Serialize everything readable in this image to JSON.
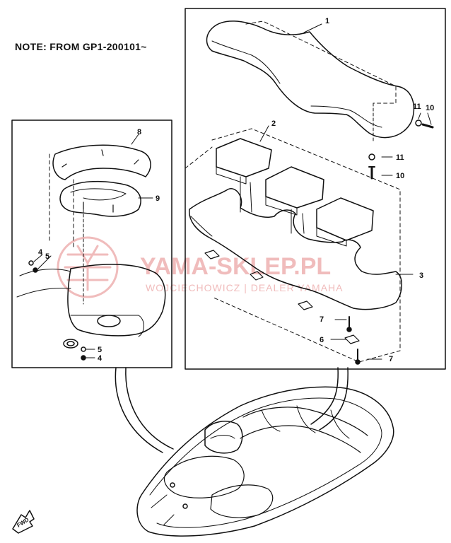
{
  "note": "NOTE: FROM GP1-200101~",
  "callouts": {
    "p1": "1",
    "p2": "2",
    "p3": "3",
    "p4a": "4",
    "p4b": "4",
    "p5a": "5",
    "p5b": "5",
    "p6": "6",
    "p7a": "7",
    "p7b": "7",
    "p8": "8",
    "p9": "9",
    "p10a": "10",
    "p10b": "10",
    "p11a": "11",
    "p11b": "11"
  },
  "watermark": {
    "title": "YAMA-SKLEP.PL",
    "subtitle": "WOJCIECHOWICZ | DEALER YAMAHA"
  },
  "direction_label": "FWD",
  "colors": {
    "line": "#111111",
    "watermark": "#f0bcbc"
  }
}
